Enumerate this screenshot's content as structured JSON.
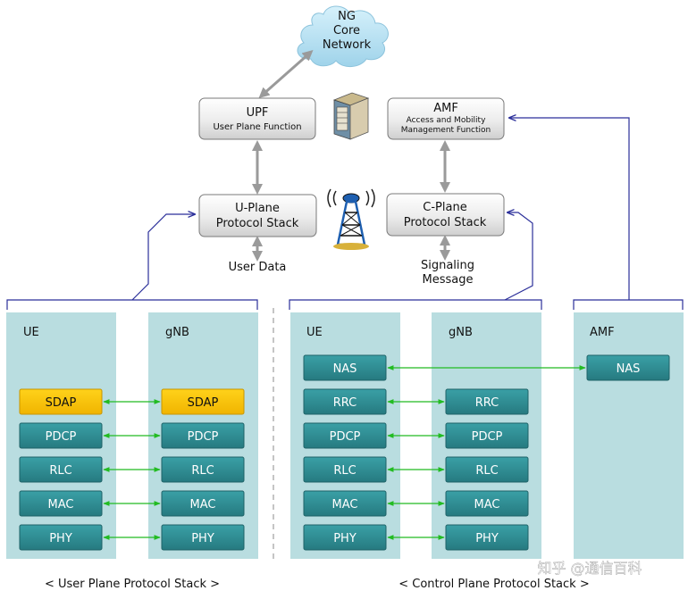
{
  "core": {
    "cloud_lines": [
      "NG",
      "Core",
      "Network"
    ],
    "upf": {
      "title": "UPF",
      "subtitle": "User Plane Function"
    },
    "amf": {
      "title": "AMF",
      "subtitle_lines": [
        "Access and Mobility",
        "Management Function"
      ]
    },
    "uplane": {
      "lines": [
        "U-Plane",
        "Protocol Stack"
      ]
    },
    "cplane": {
      "lines": [
        "C-Plane",
        "Protocol Stack"
      ]
    },
    "user_data": "User Data",
    "signaling": [
      "Signaling",
      "Message"
    ]
  },
  "panels": {
    "ue_up": "UE",
    "gnb_up": "gNB",
    "ue_cp": "UE",
    "gnb_cp": "gNB",
    "amf_cp": "AMF"
  },
  "user_plane_layers": [
    "SDAP",
    "PDCP",
    "RLC",
    "MAC",
    "PHY"
  ],
  "control_plane_layers": [
    "NAS",
    "RRC",
    "PDCP",
    "RLC",
    "MAC",
    "PHY"
  ],
  "amf_layer": "NAS",
  "captions": {
    "user_plane": "< User Plane Protocol Stack >",
    "control_plane": "< Control Plane Protocol Stack >"
  },
  "watermark": "知乎 @通信百科",
  "colors": {
    "panel": "#b9dde0",
    "layer_box": "#2e8a90",
    "sdap_box": "#f7c400",
    "arrow_green": "#22bb22",
    "bracket_blue": "#2b2f9a",
    "gray_arrow": "#9a9a9a"
  },
  "icons": [
    "cloud-icon",
    "server-icon",
    "antenna-tower-icon"
  ]
}
